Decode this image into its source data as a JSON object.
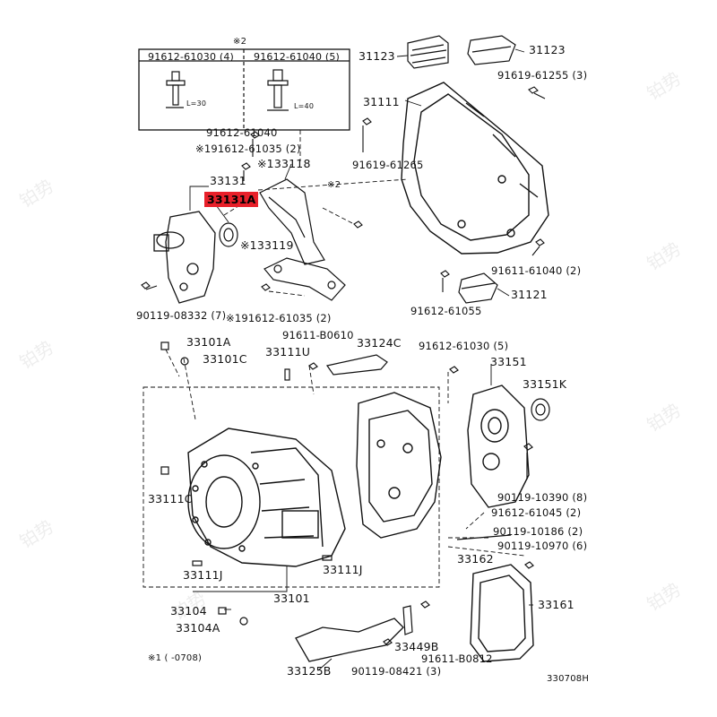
{
  "inset": {
    "note": "※2",
    "left_part": "91612-61030 (4)",
    "right_part": "91612-61040 (5)",
    "left_len": "L=30",
    "right_len": "L=40"
  },
  "labels": {
    "p31123_l": "31123",
    "p31123_r": "31123",
    "p91619_61255": "91619-61255 (3)",
    "p31111": "31111",
    "p91612_61040_a": "91612-61040",
    "p191612_61035_a": "※191612-61035 (2)",
    "p33118": "※133118",
    "p91619_61265": "91619-61265",
    "p33131": "33131",
    "p33131A": "33131A",
    "p_note2": "※2",
    "p33119": "※133119",
    "p91611_61040_2": "91611-61040 (2)",
    "p31121": "31121",
    "p90119_08332": "90119-08332 (7)",
    "p191612_61035_b": "※191612-61035 (2)",
    "p91612_61055": "91612-61055",
    "p33101A": "33101A",
    "p33101C": "33101C",
    "p91611_B0610": "91611-B0610",
    "p33124C": "33124C",
    "p91612_61030_5": "91612-61030 (5)",
    "p33111U": "33111U",
    "p33151": "33151",
    "p33151K": "33151K",
    "p33111C": "33111C",
    "p90119_10390": "90119-10390 (8)",
    "p91612_61045": "91612-61045 (2)",
    "p90119_10186": "90119-10186 (2)",
    "p90119_10970": "90119-10970 (6)",
    "p33111J_a": "33111J",
    "p33111J_b": "33111J",
    "p33162": "33162",
    "p33101": "33101",
    "p33161": "33161",
    "p33104": "33104",
    "p33104A": "33104A",
    "p33449B": "33449B",
    "p33125B": "33125B",
    "p90119_08421": "90119-08421 (3)",
    "p91611_B0812": "91611-B0812",
    "footnote": "※1 (      -0708)",
    "figure_id": "330708H"
  },
  "watermark": "铂势",
  "colors": {
    "highlight": "#e8202a",
    "ink": "#111111"
  }
}
